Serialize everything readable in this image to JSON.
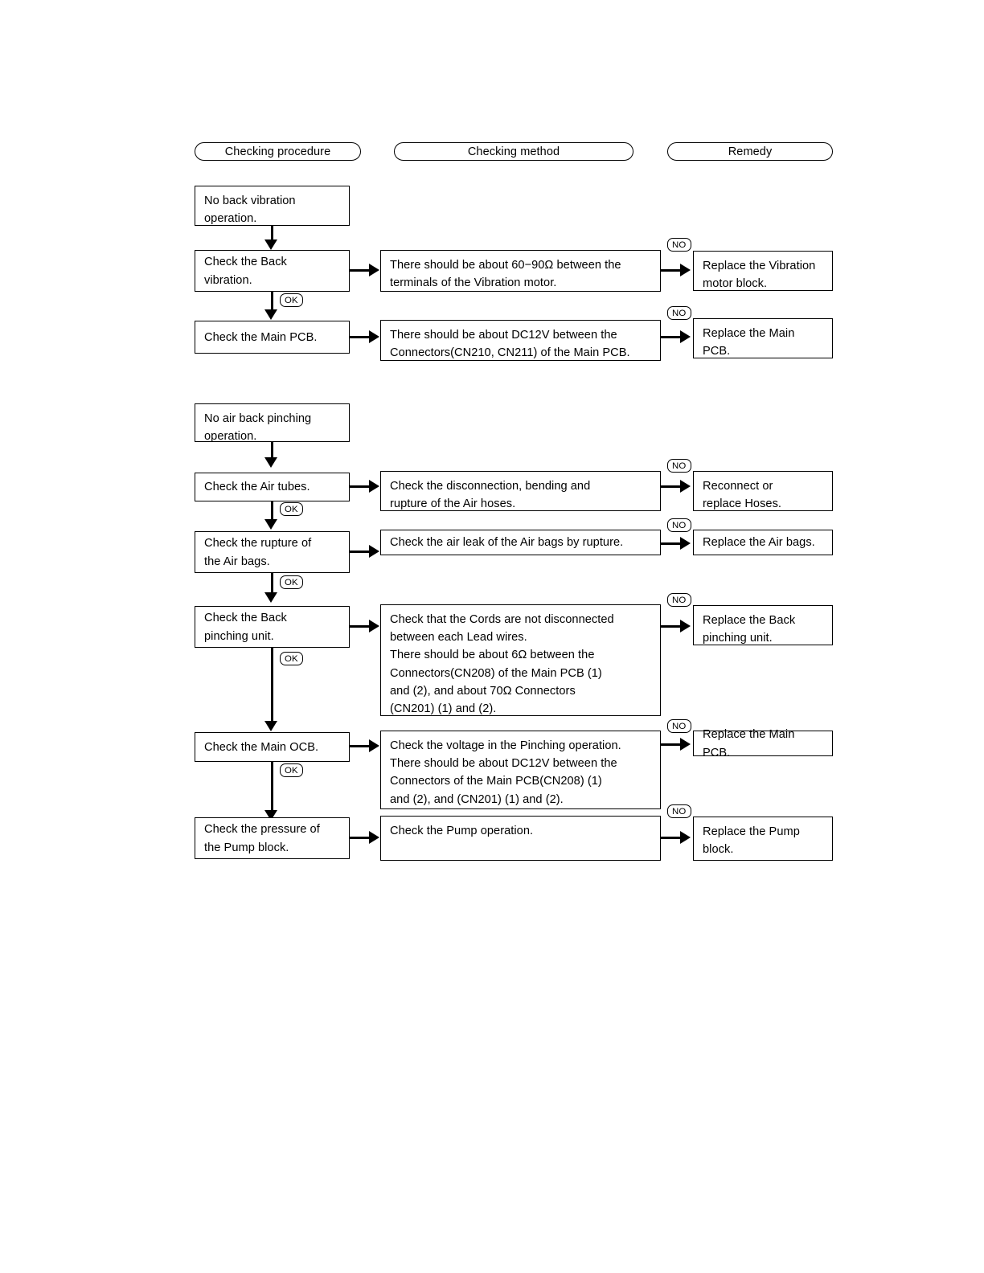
{
  "headers": [
    {
      "label": "Checking procedure"
    },
    {
      "label": "Checking method"
    },
    {
      "label": "Remedy"
    }
  ],
  "badges": {
    "ok": "OK",
    "no": "NO"
  },
  "sections": [
    {
      "title": "No back vibration operation.",
      "start": "No back vibration\noperation.",
      "rows": [
        {
          "procedure": "Check the Back\nvibration.",
          "method": "There should be about 60−90Ω  between the\nterminals of the Vibration motor.",
          "remedy": "Replace the Vibration\nmotor block."
        },
        {
          "procedure": "Check the Main PCB.",
          "method": "There should be about DC12V between the\nConnectors(CN210, CN211) of the Main PCB.",
          "remedy": "Replace the Main\nPCB."
        }
      ]
    },
    {
      "title": "No air back pinching operation.",
      "start": "No air back pinching\noperation.",
      "rows": [
        {
          "procedure": "Check the Air tubes.",
          "method": "Check the disconnection, bending and\nrupture of the Air hoses.",
          "remedy": "Reconnect or\nreplace Hoses."
        },
        {
          "procedure": "Check the rupture of\nthe Air bags.",
          "method": "Check the air leak of the Air bags by rupture.",
          "remedy": "Replace the Air bags."
        },
        {
          "procedure": "Check the Back\npinching unit.",
          "method": "Check that the Cords are not disconnected\nbetween each Lead wires.\nThere should be about 6Ω  between the\nConnectors(CN208) of the Main PCB (1)\nand (2), and about 70Ω  Connectors\n(CN201) (1) and (2).",
          "remedy": "Replace the Back\npinching unit."
        },
        {
          "procedure": "Check the Main OCB.",
          "method": "Check the voltage in the Pinching operation.\nThere should be about DC12V between the\nConnectors of the Main PCB(CN208) (1)\nand (2), and (CN201) (1) and (2).",
          "remedy": "Replace the Main PCB."
        },
        {
          "procedure": "Check the pressure of\nthe Pump block.",
          "method": "Check the Pump operation.",
          "remedy": "Replace the Pump\nblock."
        }
      ]
    }
  ]
}
